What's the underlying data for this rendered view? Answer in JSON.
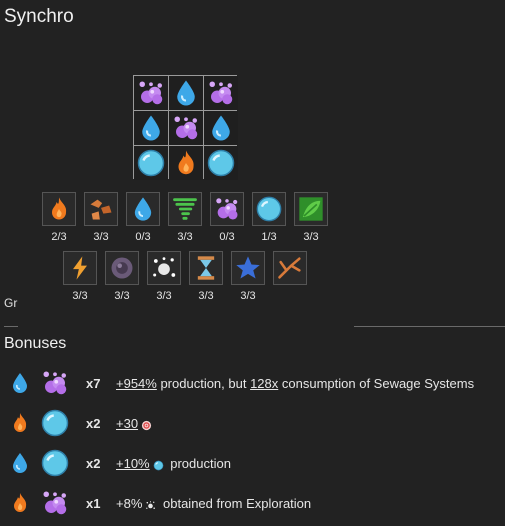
{
  "title": "Synchro",
  "grid": [
    [
      "sludge-icon",
      "water-icon",
      "sludge-icon"
    ],
    [
      "water-icon",
      "sludge-icon",
      "water-icon"
    ],
    [
      "bubble-icon",
      "fire-icon",
      "bubble-icon"
    ]
  ],
  "resources_row1": [
    {
      "icon": "fire-icon",
      "count": "2/3"
    },
    {
      "icon": "rock-icon",
      "count": "3/3"
    },
    {
      "icon": "water-icon",
      "count": "0/3"
    },
    {
      "icon": "tornado-icon",
      "count": "3/3"
    },
    {
      "icon": "sludge-icon",
      "count": "0/3"
    },
    {
      "icon": "bubble-icon",
      "count": "1/3"
    },
    {
      "icon": "leaf-icon",
      "count": "3/3"
    }
  ],
  "resources_row2": [
    {
      "icon": "lightning-icon",
      "count": "3/3"
    },
    {
      "icon": "dark-orb-icon",
      "count": "3/3"
    },
    {
      "icon": "sparkle-icon",
      "count": "3/3"
    },
    {
      "icon": "hourglass-icon",
      "count": "3/3"
    },
    {
      "icon": "star-icon",
      "count": "3/3"
    },
    {
      "icon": "branch-icon",
      "count": ""
    }
  ],
  "gr_label": "Gr",
  "bonuses_heading": "Bonuses",
  "bonuses": [
    {
      "icons": [
        "water-icon",
        "sludge-icon"
      ],
      "mult": "x7",
      "pre": "",
      "u1": "+954%",
      "mid": " production, but ",
      "u2": "128x",
      "post": " consumption of Sewage Systems",
      "mini": ""
    },
    {
      "icons": [
        "fire-icon",
        "bubble-icon"
      ],
      "mult": "x2",
      "pre": "",
      "u1": "+30",
      "mid": "",
      "u2": "",
      "post": "",
      "mini": "target-icon"
    },
    {
      "icons": [
        "water-icon",
        "bubble-icon"
      ],
      "mult": "x2",
      "pre": "",
      "u1": "+10%",
      "mid": "",
      "u2": "",
      "post": " production",
      "mini": "bubble-icon"
    },
    {
      "icons": [
        "fire-icon",
        "sludge-icon"
      ],
      "mult": "x1",
      "pre": "+8%",
      "u1": "",
      "mid": "",
      "u2": "",
      "post": " obtained from Exploration",
      "mini": "sparkle-icon"
    }
  ],
  "colors": {
    "background": "#222222",
    "grid_border": "#9a9a9a",
    "water": "#3ea8e8",
    "sludge": "#b46ee8",
    "fire": "#f07a1e",
    "bubble": "#5ec8e8"
  }
}
